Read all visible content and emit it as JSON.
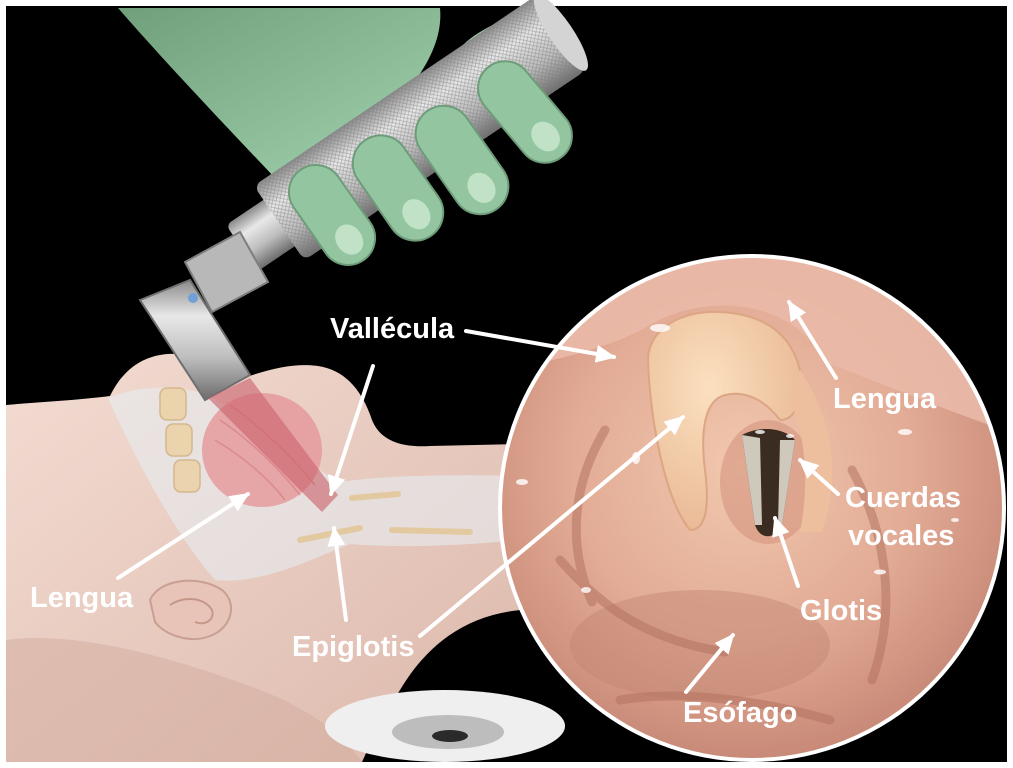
{
  "figure": {
    "labels": {
      "vallecula": "Vallécula",
      "lengua_endoscopic": "Lengua",
      "cuerdas_vocales": [
        "Cuerdas",
        "vocales"
      ],
      "glotis": "Glotis",
      "esofago": "Esófago",
      "epiglotis": "Epiglotis",
      "lengua_side": "Lengua"
    },
    "colors": {
      "background": "#000000",
      "label_text": "#ffffff",
      "glove": "#93c6a0",
      "laryngoscope": "#bdbdbd",
      "tissue": "#e2ab95"
    }
  }
}
